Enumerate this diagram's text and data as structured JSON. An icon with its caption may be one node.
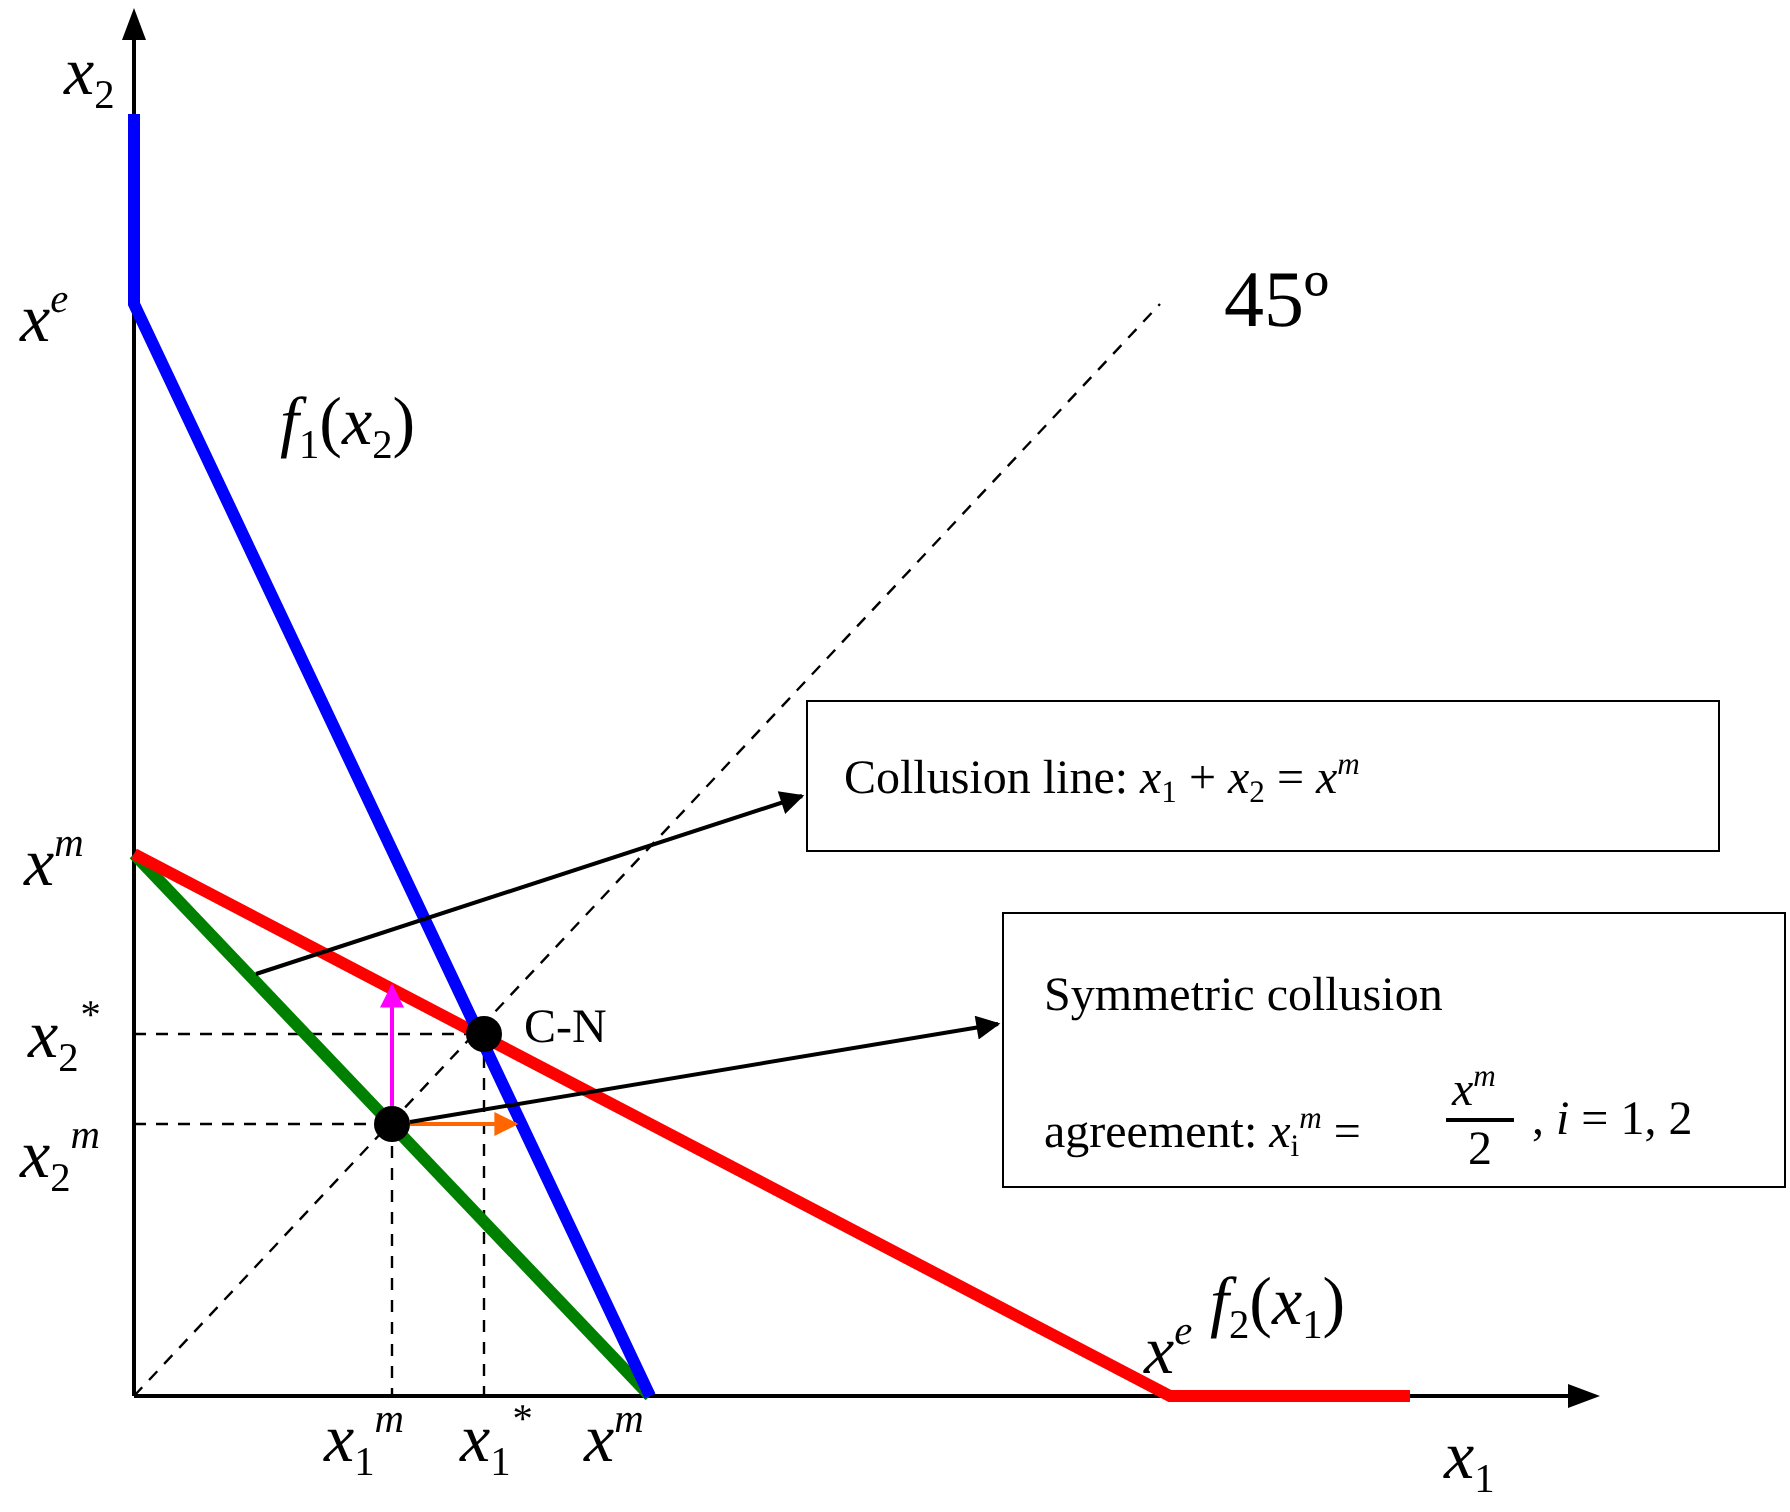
{
  "diagram": {
    "nodes": [
      {
        "text": [
          "Collusion line: *x*$_{1}$ + *x*$_{2}$ = *x*$^{m}$"
        ]
      },
      {
        "text": [
          "Symmetric collusion agreement: *x*$_{i}$$^{m}$ =",
          "*x*$^{m}$",
          "2",
          ", *i* = 1, 2"
        ]
      },
      {
        "text": [],
        "shape": "circle"
      },
      {
        "text": [],
        "shape": "circle",
        "beside": [
          "C-N"
        ]
      }
    ],
    "edges": [
      {
        "from": null,
        "to": 0,
        "arrow": "to"
      },
      {
        "from": 2,
        "to": 1,
        "arrow": "to"
      }
    ],
    "labels": [
      "*x*$_{2}$",
      "*x*$^{e}$",
      "*f*$_{1}$(*x*$_{2}$)",
      "45º",
      "*x*$^{m}$",
      "*x*$_{2}$$^{*}$",
      "*x*$_{2}$$^{m}$",
      "*f*$_{2}$(*x*$_{1}$)",
      "*x*$_{1}$$^{m}$",
      "*x*$_{1}$$^{*}$",
      "*x*$^{m}$",
      "*x*$^{e}$",
      "*x*$_{1}$"
    ]
  }
}
